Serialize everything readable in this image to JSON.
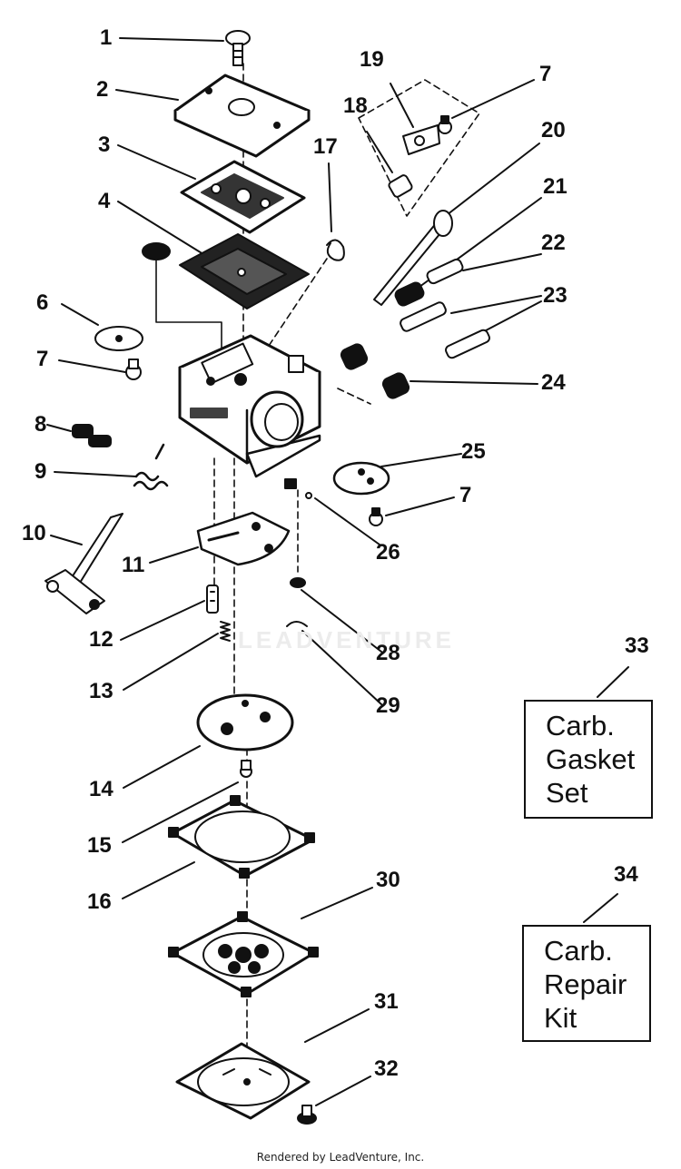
{
  "callouts": [
    "1",
    "2",
    "3",
    "4",
    "6",
    "7",
    "8",
    "9",
    "10",
    "11",
    "12",
    "13",
    "14",
    "15",
    "16",
    "17",
    "18",
    "19",
    "7",
    "20",
    "21",
    "22",
    "23",
    "24",
    "25",
    "7",
    "26",
    "28",
    "29",
    "30",
    "31",
    "32",
    "33",
    "34"
  ],
  "kits": [
    {
      "lines": [
        "Carb.",
        "Gasket",
        "Set"
      ]
    },
    {
      "lines": [
        "Carb.",
        "Repair",
        "Kit"
      ]
    }
  ],
  "watermark": "LEADVENTURE",
  "footer": "Rendered by LeadVenture, Inc."
}
